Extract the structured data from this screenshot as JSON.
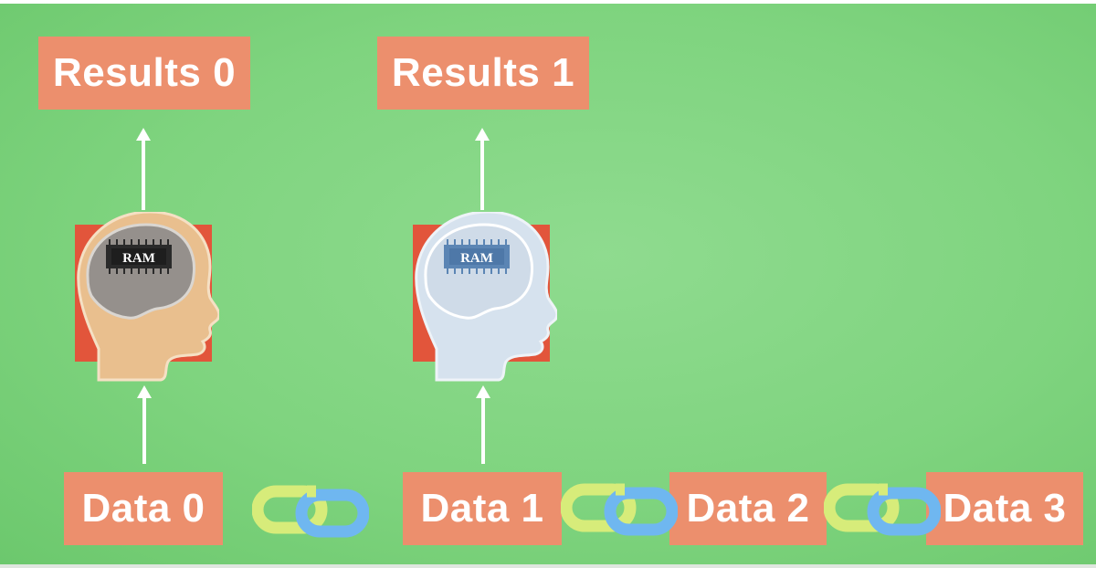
{
  "results": [
    {
      "label": "Results 0"
    },
    {
      "label": "Results 1"
    }
  ],
  "data_blocks": [
    {
      "label": "Data 0"
    },
    {
      "label": "Data 1"
    },
    {
      "label": "Data 2"
    },
    {
      "label": "Data 3"
    }
  ],
  "heads": [
    {
      "chip_label": "RAM",
      "skin": "#e9bf8e",
      "chip_color": "#2a2a2a"
    },
    {
      "chip_label": "RAM",
      "skin": "#d6e2ee",
      "chip_color": "#5b85b4"
    }
  ],
  "colors": {
    "background": "#7fd47f",
    "label_box": "#ec8f6d",
    "head_backdrop": "#e2553b",
    "arrow": "#ffffff",
    "link_green": "#d7ec7a",
    "link_blue": "#6fb7f0"
  }
}
